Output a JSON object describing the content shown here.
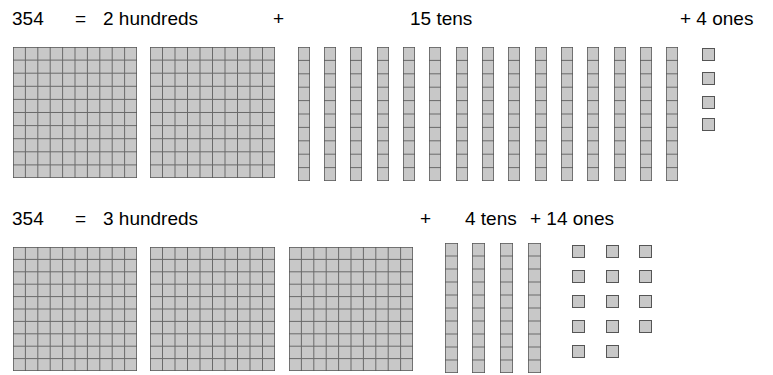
{
  "diagram": {
    "labels": [
      "354",
      "=",
      "2 hundreds",
      "+",
      "15 tens",
      "+ 4 ones",
      "354",
      "=",
      "3 hundreds",
      "+",
      "4 tens",
      "+ 14 ones"
    ]
  }
}
